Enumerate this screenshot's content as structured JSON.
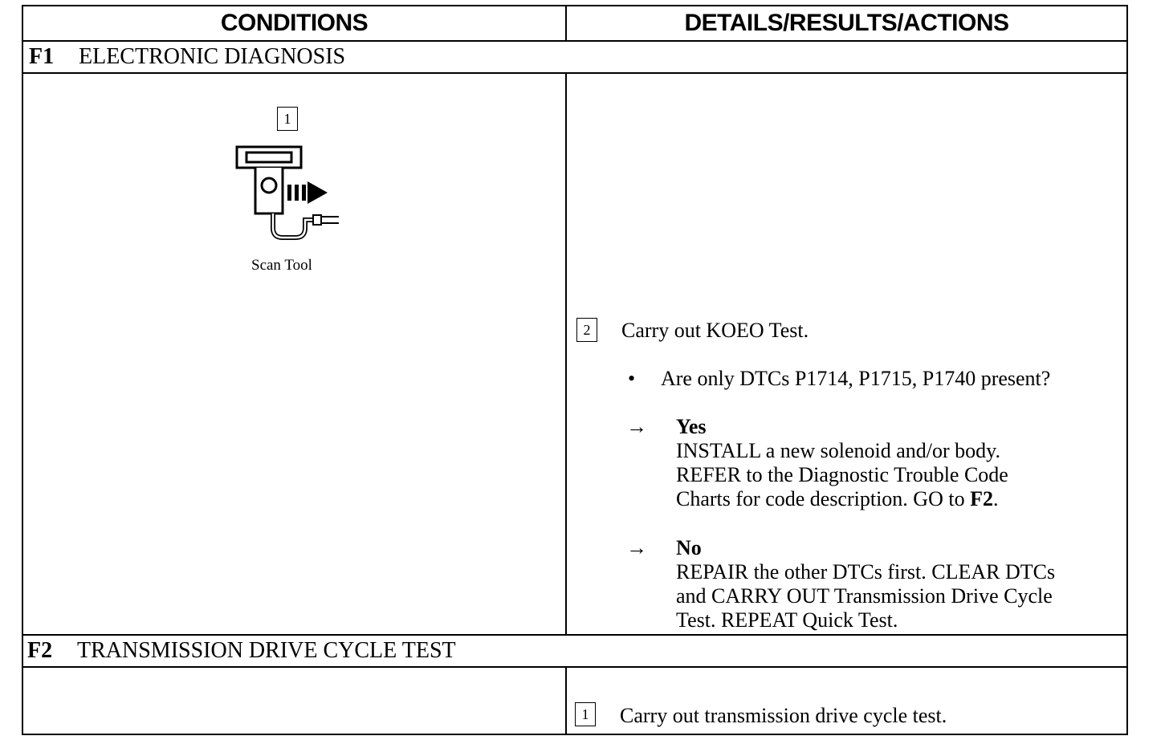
{
  "header": {
    "conditions": "CONDITIONS",
    "details": "DETAILS/RESULTS/ACTIONS"
  },
  "f1": {
    "code": "F1",
    "title": "ELECTRONIC DIAGNOSIS",
    "scan_tool_step": "1",
    "scan_tool_label": "Scan Tool",
    "step2_number": "2",
    "step2_text": "Carry out KOEO Test.",
    "bullet": "•",
    "question": "Are only DTCs P1714, P1715, P1740 present?",
    "arrow": "→",
    "yes_label": "Yes",
    "yes_line1": "INSTALL a new solenoid and/or body.",
    "yes_line2": "REFER to the Diagnostic Trouble Code",
    "yes_line3_pre": "Charts for code description. GO to ",
    "yes_goto": "F2",
    "yes_line3_post": ".",
    "no_label": "No",
    "no_line1": "REPAIR the other DTCs first. CLEAR DTCs",
    "no_line2": "and CARRY OUT Transmission Drive Cycle",
    "no_line3": "Test. REPEAT Quick Test."
  },
  "f2": {
    "code": "F2",
    "title": "TRANSMISSION DRIVE CYCLE TEST",
    "step1_number": "1",
    "step1_text": "Carry out transmission drive cycle test."
  },
  "icons": {
    "scan_tool": "scan-tool-icon"
  }
}
